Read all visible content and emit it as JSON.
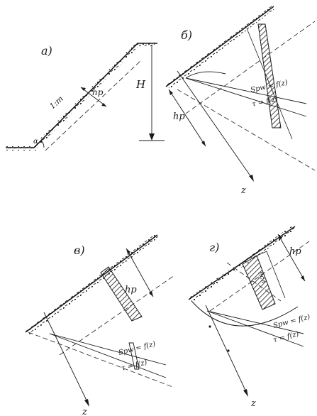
{
  "panels": [
    {
      "id": "a",
      "label": "а)",
      "texts": {
        "slope": "1:m",
        "depth": "hp",
        "height": "H",
        "angle": "α"
      }
    },
    {
      "id": "b",
      "label": "б)",
      "texts": {
        "depth": "hp",
        "f1": "Sрw = f(z)",
        "f2": "τ = f(z)",
        "axis": "z"
      }
    },
    {
      "id": "v",
      "label": "в)",
      "texts": {
        "depth": "hp",
        "f1": "Sрw = f(z)",
        "f2": "τ = f(z)",
        "axis": "z"
      }
    },
    {
      "id": "g",
      "label": "г)",
      "texts": {
        "depth": "hp",
        "inner": "hсл",
        "f1": "Sрw = f(z)",
        "f2": "τ = f(z)",
        "axis": "z"
      }
    }
  ],
  "colors": {
    "ink": "#1a1a1a",
    "paper": "#ffffff"
  }
}
